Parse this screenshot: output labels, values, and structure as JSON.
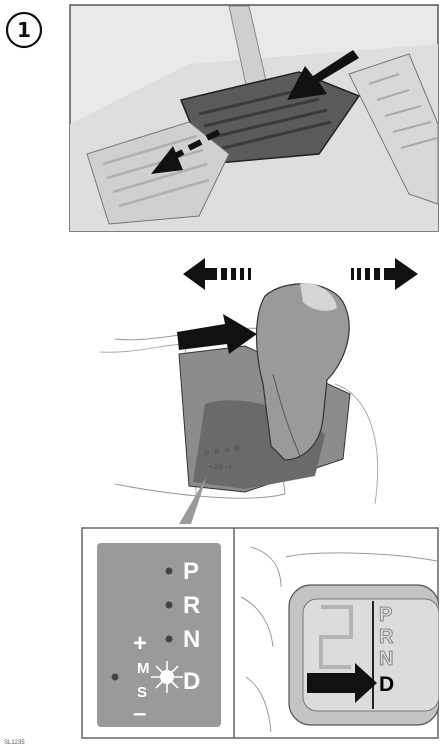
{
  "step": {
    "number": "1"
  },
  "gate_indicator": {
    "positions": [
      "P",
      "R",
      "N",
      "D"
    ],
    "plus": "+",
    "minus": "–",
    "m": "M",
    "s": "S"
  },
  "gear_display": {
    "positions": [
      "P",
      "R",
      "N",
      "D"
    ],
    "active": "D"
  },
  "shifter_small_labels": {
    "gates": [
      "P",
      "R",
      "N",
      "D"
    ],
    "lower": "+  2/S  –  I"
  },
  "reference_code": "SL1235"
}
